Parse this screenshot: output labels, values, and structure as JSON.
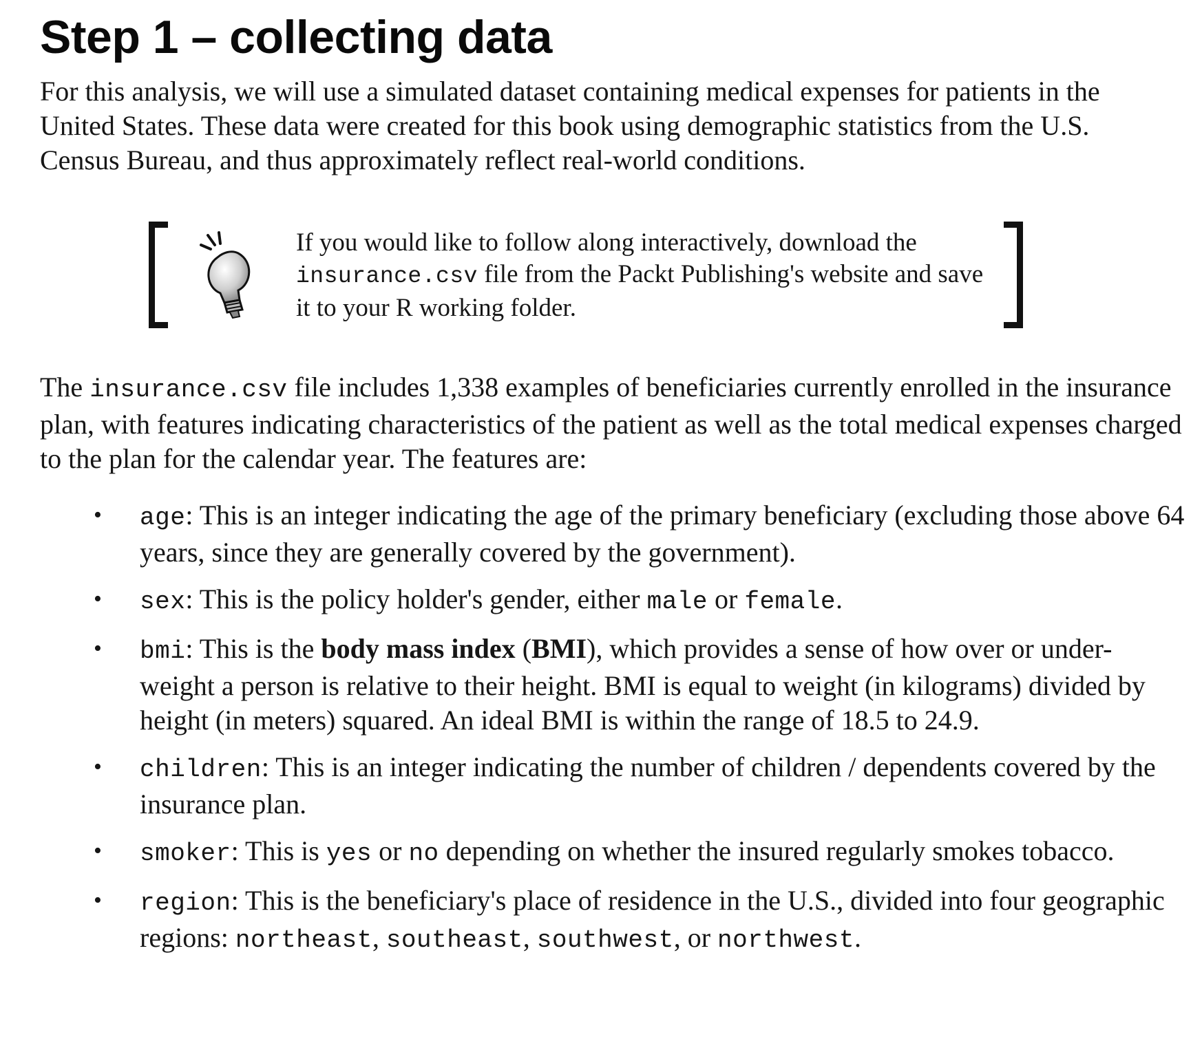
{
  "heading": "Step 1 – collecting data",
  "intro": "For this analysis, we will use a simulated dataset containing medical expenses for patients in the United States. These data were created for this book using demographic statistics from the U.S. Census Bureau, and thus approximately reflect real-world conditions.",
  "tip": {
    "icon": "lightbulb-icon",
    "before": "If you would like to follow along interactively, download the ",
    "code": "insurance.csv",
    "after": " file from the Packt Publishing's website and save it to your R working folder."
  },
  "body": {
    "before": "The ",
    "code": "insurance.csv",
    "after": " file includes 1,338 examples of beneficiaries currently enrolled in the insurance plan, with features indicating characteristics of the patient as well as the total medical expenses charged to the plan for the calendar year. The features are:"
  },
  "bullet_symbol": "•",
  "features": [
    {
      "code": "age",
      "text": ": This is an integer indicating the age of the primary beneficiary (excluding those above 64 years, since they are generally covered by the government)."
    },
    {
      "code": "sex",
      "text": ": This is the policy holder's gender, either ",
      "code2": "male",
      "mid": " or ",
      "code3": "female",
      "end": "."
    },
    {
      "code": "bmi",
      "text": ": This is the ",
      "bold1": "body mass index",
      "mid": " (",
      "bold2": "BMI",
      "end": "), which provides a sense of how over or under-weight a person is relative to their height. BMI is equal to weight (in kilograms) divided by height (in meters) squared. An ideal BMI is within the range of 18.5 to 24.9."
    },
    {
      "code": "children",
      "text": ": This is an integer indicating the number of children / dependents covered by the insurance plan."
    },
    {
      "code": "smoker",
      "text": ": This is ",
      "code2": "yes",
      "mid": " or ",
      "code3": "no",
      "end": " depending on whether the insured regularly smokes tobacco."
    },
    {
      "code": "region",
      "text": ": This is the beneficiary's place of residence in the U.S., divided into four geographic regions: ",
      "codes": [
        "northeast",
        "southeast",
        "southwest",
        "northwest"
      ],
      "sep1": ", ",
      "sep2": ", ",
      "sep3": ", or ",
      "end": "."
    }
  ]
}
